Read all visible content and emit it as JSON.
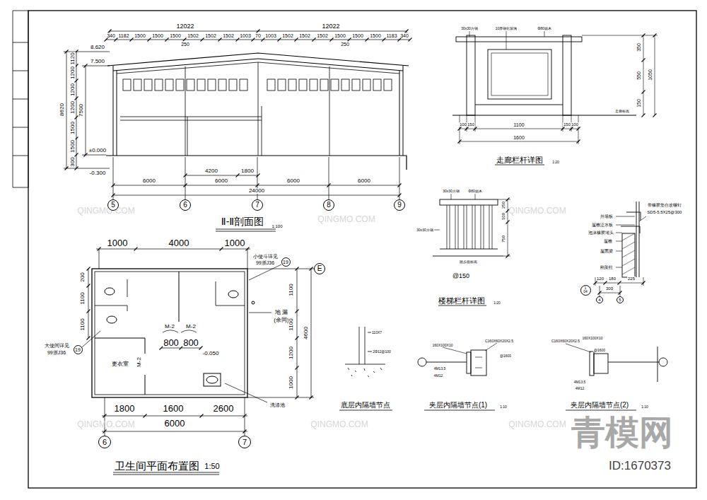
{
  "diagram": {
    "nodes": [
      {
        "text": [
          "5"
        ]
      },
      {
        "text": [
          "6"
        ]
      },
      {
        "text": [
          "7"
        ]
      },
      {
        "text": [
          "8"
        ]
      },
      {
        "text": [
          "9"
        ]
      },
      {
        "text": [
          "19"
        ]
      },
      {
        "text": [
          "E"
        ]
      },
      {
        "text": [
          "19"
        ]
      },
      {
        "text": [
          "6"
        ]
      },
      {
        "text": [
          "7"
        ]
      },
      {
        "text": [
          "1",
          "04"
        ]
      },
      {
        "text": [
          "4"
        ]
      },
      {
        "text": [
          "5"
        ]
      }
    ],
    "labels": [
      "12022",
      "12022",
      "340",
      "1182",
      "1500",
      "1500",
      "1500",
      "1502",
      "1502",
      "1502",
      "1003",
      "70",
      "1003",
      "1502",
      "1502",
      "1502",
      "1500",
      "1500",
      "1500",
      "1183",
      "340",
      "250",
      "250",
      "8.620",
      "7.500",
      "±0.000",
      "-0.300",
      "8620",
      "7500",
      "1120",
      "1200",
      "1200",
      "1200",
      "1500",
      "1500",
      "300",
      "4200",
      "1800",
      "6000",
      "6000",
      "6000",
      "6000",
      "24000",
      "Ⅱ-Ⅱ剖面图",
      "1:100",
      "1000",
      "4000",
      "1000",
      "小便斗详见",
      "99浙J36",
      "地 漏",
      "(余同)",
      "200",
      "1100",
      "1100",
      "1100",
      "1100",
      "1200",
      "1000",
      "4600",
      "M-2",
      "M-2",
      "800",
      "800",
      "M-2",
      "更衣室",
      "-0.050",
      "大便间详见",
      "99浙J36",
      "洗涤池",
      "1800",
      "1600",
      "2600",
      "6000",
      "卫生间平面布置图",
      "1:50",
      "110X7",
      "2Φ12@100",
      "底层内隔墙节点",
      "30x30方钢",
      "10厚钢化玻璃",
      "Φ80圆木",
      "350",
      "550",
      "150",
      "1050",
      "走廊标高",
      "100",
      "150",
      "1100",
      "150",
      "100",
      "1600",
      "走廊栏杆详图",
      "1:20",
      "30x30方钢",
      "Φ80圆木",
      "30x30方钢",
      "250",
      "100",
      "750",
      "踏步面标高",
      "@150",
      "楼梯栏杆详图",
      "1:20",
      "带橡胶垫自攻螺钉",
      "SD5-5.5X25@300",
      "外墙板",
      "屋檐泛水板",
      "泡沫橡胶堵头",
      "屋檐",
      "屋面梁",
      "刚架柱",
      "120",
      "180",
      "225",
      "300",
      "C160X60X20X2.5",
      "160X100X10",
      "@1600",
      "4M13.5",
      "4M12",
      "夹层内隔墙节点(1)",
      "1:10",
      "C160X60X20X2.5",
      "160X100X10",
      "@1600",
      "4M13.5",
      "4M12",
      "夹层内隔墙节点(2)",
      "1:10",
      "青模网",
      "ID:1670373",
      "QINGMO.COM",
      "QINGMO.COM",
      "QINGMO.COM",
      "QINGMO.COM",
      "QINGMO.COM",
      "QINGMO.COM"
    ]
  }
}
